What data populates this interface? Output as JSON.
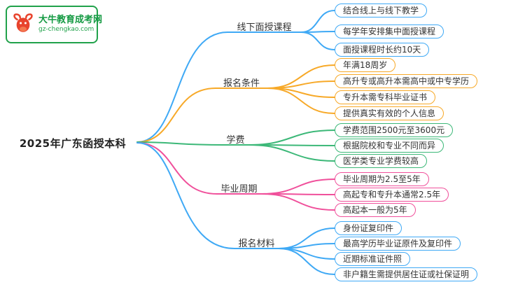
{
  "logo": {
    "title": "大牛教育成考网",
    "url": "gz-chengkao.com"
  },
  "root": {
    "label": "2025年广东函授本科"
  },
  "palette": {
    "blue": "#3FA9F5",
    "orange": "#F7A928",
    "green": "#3CB878",
    "pink": "#F0509B",
    "logo_green": "#21A24B",
    "bull_red": "#E8432C"
  },
  "branches": [
    {
      "label": "线下面授课程",
      "color": "#3FA9F5",
      "children": [
        "结合线上与线下教学",
        "每学年安排集中面授课程",
        "面授课程时长约10天"
      ]
    },
    {
      "label": "报名条件",
      "color": "#F7A928",
      "children": [
        "年满18周岁",
        "高升专或高升本需高中或中专学历",
        "专升本需专科毕业证书",
        "提供真实有效的个人信息"
      ]
    },
    {
      "label": "学费",
      "color": "#3CB878",
      "children": [
        "学费范围2500元至3600元",
        "根据院校和专业不同而异",
        "医学类专业学费较高"
      ]
    },
    {
      "label": "毕业周期",
      "color": "#F0509B",
      "children": [
        "毕业周期为2.5至5年",
        "高起专和专升本通常2.5年",
        "高起本一般为5年"
      ]
    },
    {
      "label": "报名材料",
      "color": "#3FA9F5",
      "children": [
        "身份证复印件",
        "最高学历毕业证原件及复印件",
        "近期标准证件照",
        "非户籍生需提供居住证或社保证明"
      ]
    }
  ]
}
